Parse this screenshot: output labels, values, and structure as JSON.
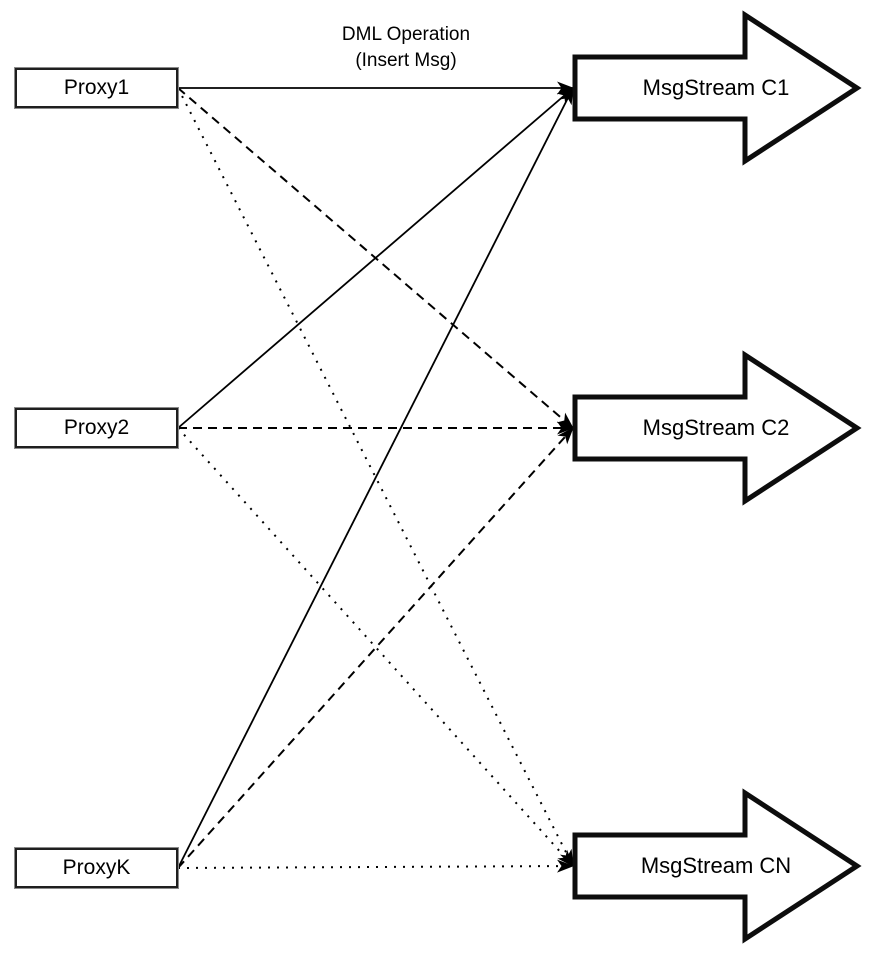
{
  "title": {
    "line1": "DML Operation",
    "line2": "(Insert Msg)"
  },
  "colors": {
    "line": "#000000",
    "shape_border": "#0d0d0d",
    "shape_fill": "#ffffff",
    "background": "#ffffff",
    "text": "#000000"
  },
  "proxies": [
    {
      "id": "proxy1",
      "label": "Proxy1"
    },
    {
      "id": "proxy2",
      "label": "Proxy2"
    },
    {
      "id": "proxyk",
      "label": "ProxyK"
    }
  ],
  "streams": [
    {
      "id": "c1",
      "label": "MsgStream C1"
    },
    {
      "id": "c2",
      "label": "MsgStream C2"
    },
    {
      "id": "cn",
      "label": "MsgStream CN"
    }
  ],
  "edges": [
    {
      "from": "proxy1",
      "to": "c1",
      "style": "solid"
    },
    {
      "from": "proxy1",
      "to": "c2",
      "style": "dashed"
    },
    {
      "from": "proxy1",
      "to": "cn",
      "style": "dotted"
    },
    {
      "from": "proxy2",
      "to": "c1",
      "style": "solid"
    },
    {
      "from": "proxy2",
      "to": "c2",
      "style": "dashed"
    },
    {
      "from": "proxy2",
      "to": "cn",
      "style": "dotted"
    },
    {
      "from": "proxyk",
      "to": "c1",
      "style": "solid"
    },
    {
      "from": "proxyk",
      "to": "c2",
      "style": "dashed"
    },
    {
      "from": "proxyk",
      "to": "cn",
      "style": "dotted"
    }
  ]
}
